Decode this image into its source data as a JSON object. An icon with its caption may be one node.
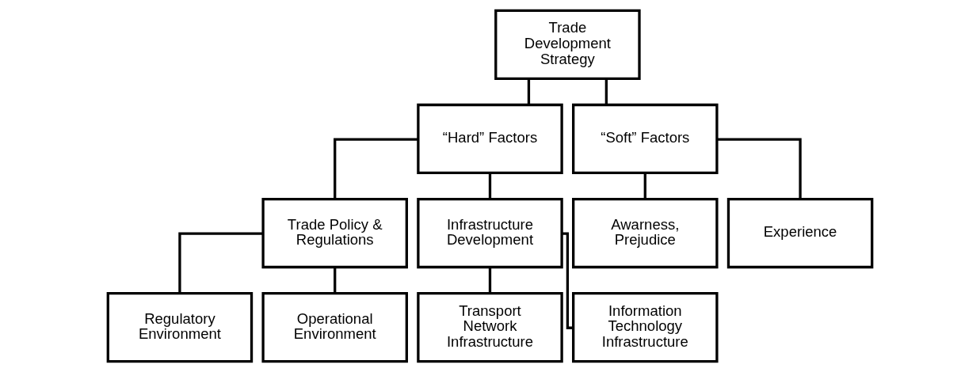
{
  "diagram": {
    "nodes": [
      {
        "text": [
          "Trade Development Strategy"
        ]
      },
      {
        "text": [
          "“Hard” Factors"
        ]
      },
      {
        "text": [
          "“Soft” Factors"
        ]
      },
      {
        "text": [
          "Trade Policy & Regulations"
        ]
      },
      {
        "text": [
          "Infrastructure Development"
        ]
      },
      {
        "text": [
          "Awarness, Prejudice"
        ]
      },
      {
        "text": [
          "Experience"
        ]
      },
      {
        "text": [
          "Regulatory Environment"
        ]
      },
      {
        "text": [
          "Operational Environment"
        ]
      },
      {
        "text": [
          "Transport Network Infrastructure"
        ]
      },
      {
        "text": [
          "Information Technology Infrastructure"
        ]
      }
    ],
    "edges": [
      {
        "from": 0,
        "to": 1,
        "arrow": "none"
      },
      {
        "from": 0,
        "to": 2,
        "arrow": "none"
      },
      {
        "from": 1,
        "to": 3,
        "arrow": "none"
      },
      {
        "from": 1,
        "to": 4,
        "arrow": "none"
      },
      {
        "from": 2,
        "to": 5,
        "arrow": "none"
      },
      {
        "from": 2,
        "to": 6,
        "arrow": "none"
      },
      {
        "from": 3,
        "to": 7,
        "arrow": "none"
      },
      {
        "from": 3,
        "to": 8,
        "arrow": "none"
      },
      {
        "from": 4,
        "to": 9,
        "arrow": "none"
      },
      {
        "from": 4,
        "to": 10,
        "arrow": "none"
      }
    ]
  }
}
